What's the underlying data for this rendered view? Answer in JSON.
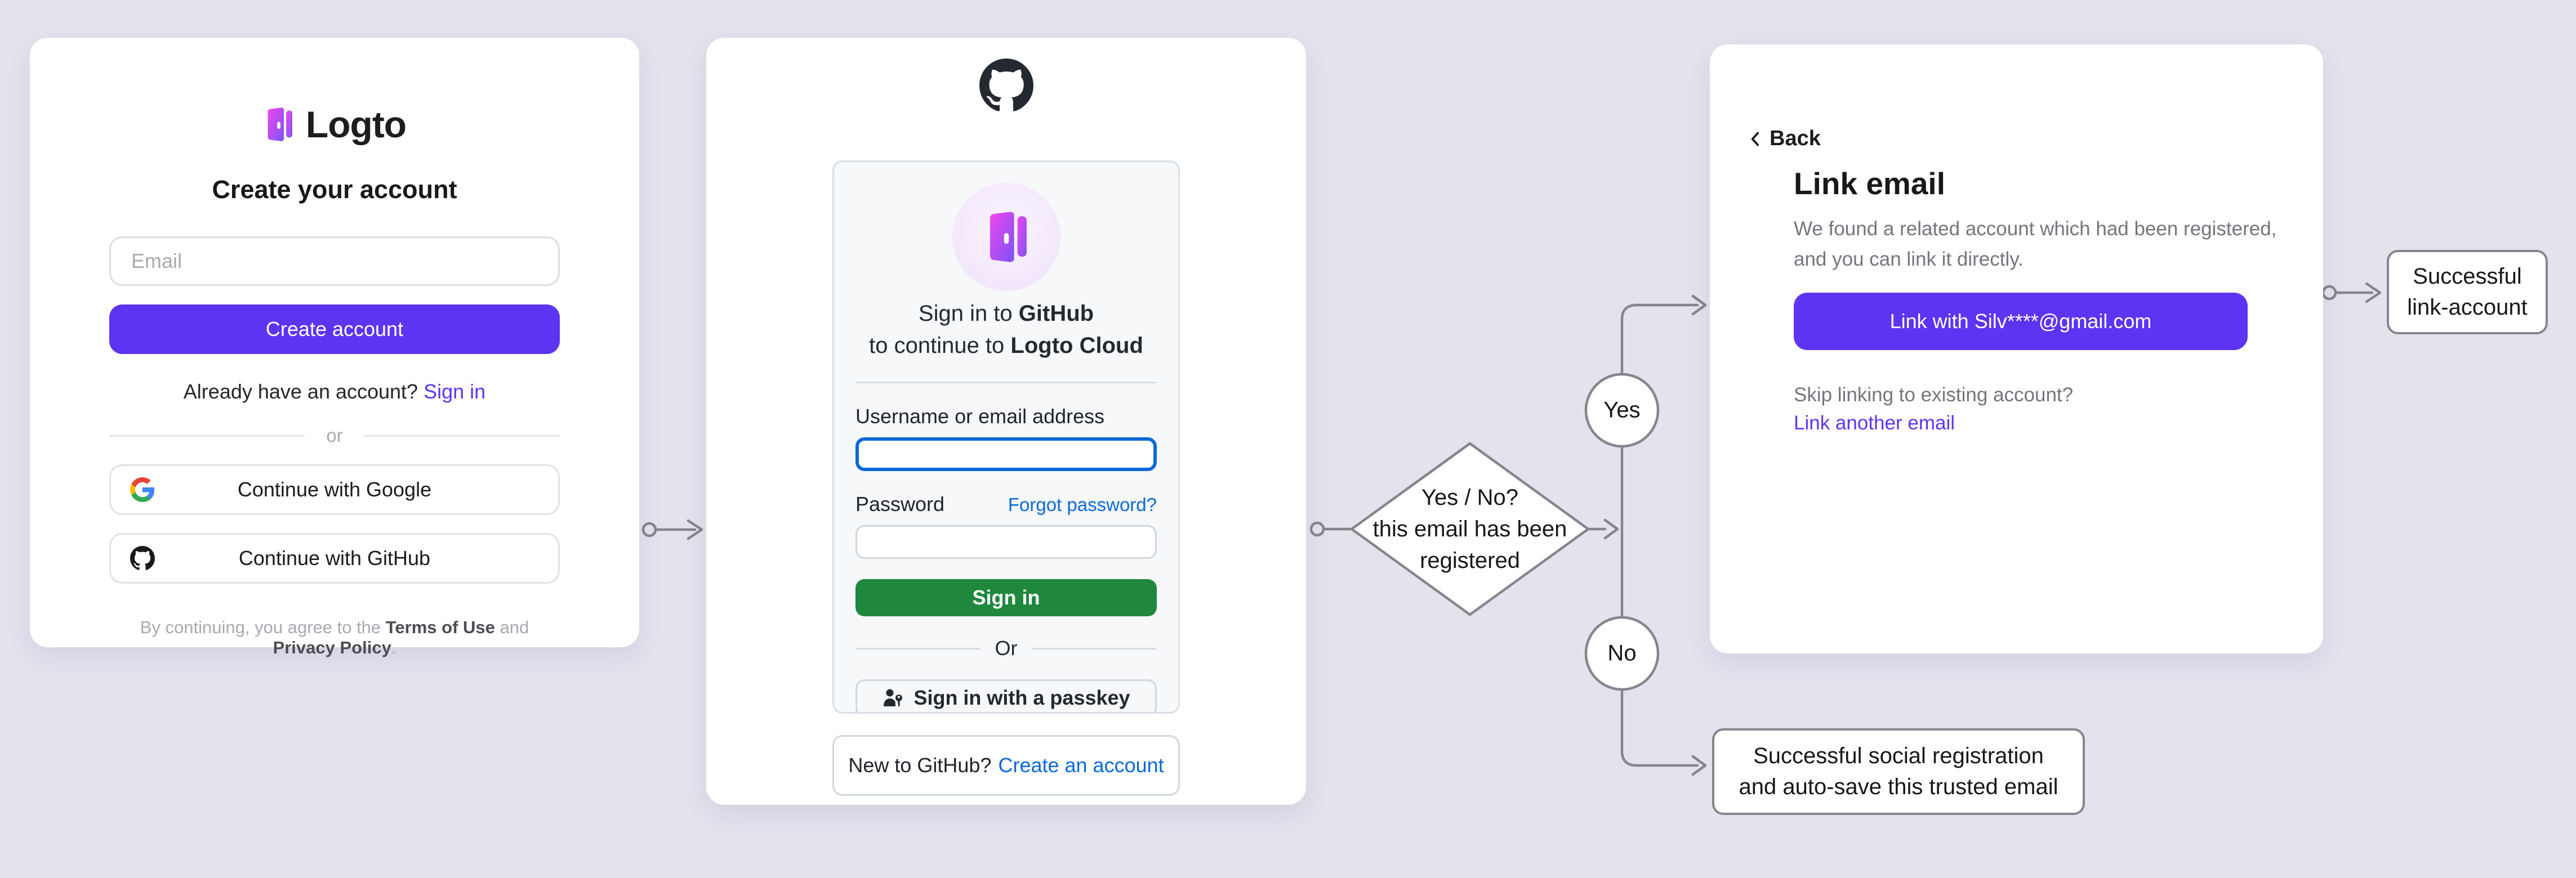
{
  "colors": {
    "background": "#E4E2ED",
    "card": "#FFFFFF",
    "logto_purple": "#5D34F2",
    "github_green": "#1F883D",
    "github_link_blue": "#0969DA",
    "connector_gray": "#85858D",
    "muted_text": "#75757C"
  },
  "icons": {
    "logto_logo": "logto-door-icon",
    "github_mark": "octocat-icon",
    "google": "google-g-icon",
    "passkey": "person-key-icon",
    "back": "chevron-left-icon",
    "connector_start": "circle-connector",
    "connector_end": "arrowhead"
  },
  "signup_card": {
    "brand": "Logto",
    "title": "Create your account",
    "email_placeholder": "Email",
    "create_button": "Create account",
    "signin_prompt": "Already have an account?",
    "signin_link": "Sign in",
    "divider_label": "or",
    "google_button": "Continue with Google",
    "github_button": "Continue with GitHub",
    "terms_prefix": "By continuing, you agree to the ",
    "terms_link": "Terms of Use",
    "terms_and": " and ",
    "privacy_link": "Privacy Policy",
    "terms_suffix": "."
  },
  "github_card": {
    "signin_line1_prefix": "Sign in to ",
    "signin_line1_bold": "GitHub",
    "signin_line2_prefix": "to continue to ",
    "signin_line2_bold": "Logto Cloud",
    "username_label": "Username or email address",
    "password_label": "Password",
    "forgot_link": "Forgot password?",
    "signin_button": "Sign in",
    "divider_label": "Or",
    "passkey_button": "Sign in with a passkey",
    "new_prompt": "New to GitHub?",
    "create_link": "Create an account"
  },
  "link_card": {
    "back": "Back",
    "title": "Link email",
    "description": "We found a related account which had been registered, and you can link it directly.",
    "link_button": "Link with Silv****@gmail.com",
    "skip_text": "Skip linking to existing account?",
    "link_another": "Link another email"
  },
  "flow": {
    "decision": {
      "line1": "Yes / No?",
      "line2": "this email has been",
      "line3": "registered"
    },
    "yes_label": "Yes",
    "no_label": "No",
    "link_outcome": {
      "line1": "Successful",
      "line2": "link-account"
    },
    "social_outcome": {
      "line1": "Successful social registration",
      "line2": "and auto-save this trusted email"
    }
  }
}
